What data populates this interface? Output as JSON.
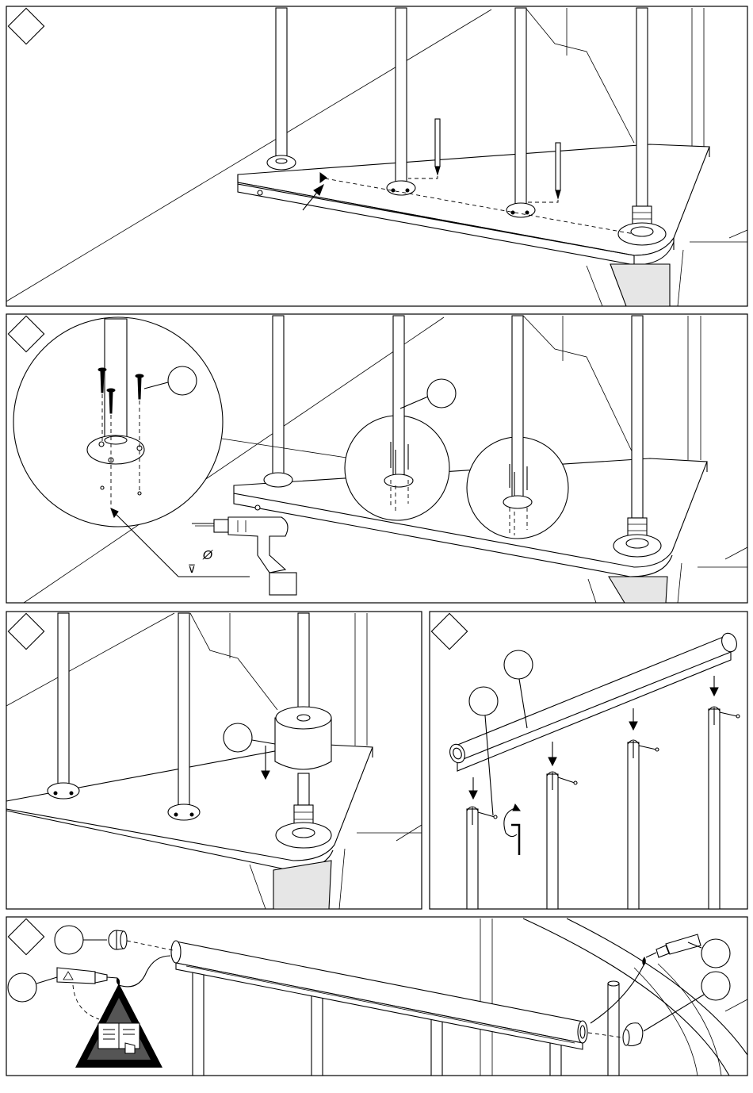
{
  "steps": [
    {
      "id": "step-1",
      "marker_label": ""
    },
    {
      "id": "step-2",
      "marker_label": ""
    },
    {
      "id": "step-3",
      "marker_label": ""
    },
    {
      "id": "step-4",
      "marker_label": ""
    },
    {
      "id": "step-5",
      "marker_label": ""
    }
  ],
  "callouts": {
    "screw_ref": "",
    "baluster_ref": "",
    "collar_ref": "",
    "handrail_ref": "",
    "bracket_ref": "",
    "endcap_left_ref": "",
    "glue_left_ref": "",
    "glue_right_ref": "",
    "endcap_right_ref": ""
  },
  "drill_symbols": {
    "diameter": "Ø",
    "depth": "⊽"
  },
  "icons": {
    "warning": "warning-triangle-icon",
    "manual": "read-manual-icon",
    "pencil": "pencil-icon",
    "drill": "drill-icon",
    "allen_key": "allen-key-icon",
    "glue_tube": "glue-tube-icon",
    "rotate": "rotate-arrow-icon"
  },
  "colors": {
    "line": "#000000",
    "background": "#ffffff",
    "shade": "#e6e6e6"
  }
}
